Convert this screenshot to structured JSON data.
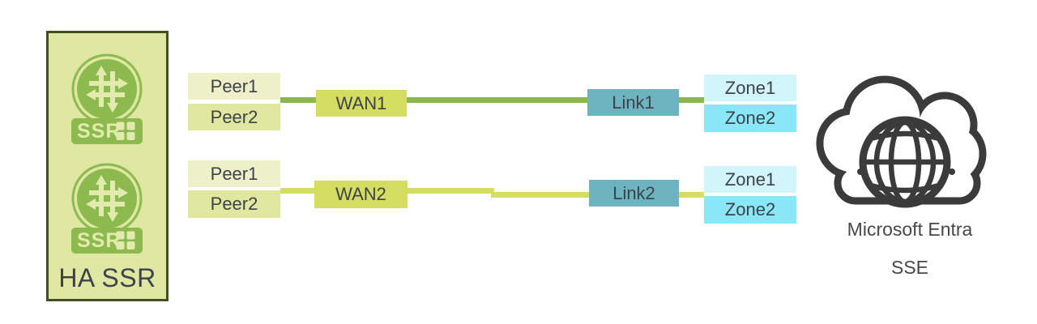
{
  "diagram": {
    "ha_box": {
      "label": "HA SSR",
      "ssr_badge": "SSR"
    },
    "rows": [
      {
        "peers": [
          "Peer1",
          "Peer2"
        ],
        "wan": "WAN1",
        "link": "Link1",
        "zones": [
          "Zone1",
          "Zone2"
        ]
      },
      {
        "peers": [
          "Peer1",
          "Peer2"
        ],
        "wan": "WAN2",
        "link": "Link2",
        "zones": [
          "Zone1",
          "Zone2"
        ]
      }
    ],
    "cloud": {
      "label_line1": "Microsoft Entra",
      "label_line2": "SSE"
    },
    "colors": {
      "box_fill": "#dfe7a3",
      "box_border": "#414f21",
      "ssr_green": "#8cba4e",
      "arrow_light": "#e3eaae",
      "peer1_fill": "#edf0c8",
      "peer2_fill": "#e0e79e",
      "wan_fill": "#d5dc62",
      "link_fill": "#6db3c0",
      "zone1_fill": "#d2f4fb",
      "zone2_fill": "#89e7f8",
      "row1_line": "#8bb84e",
      "row2_line": "#d6dd64",
      "text": "#3e4349",
      "cloud": "#3b3b3b",
      "cloud_text": "#474747"
    }
  }
}
